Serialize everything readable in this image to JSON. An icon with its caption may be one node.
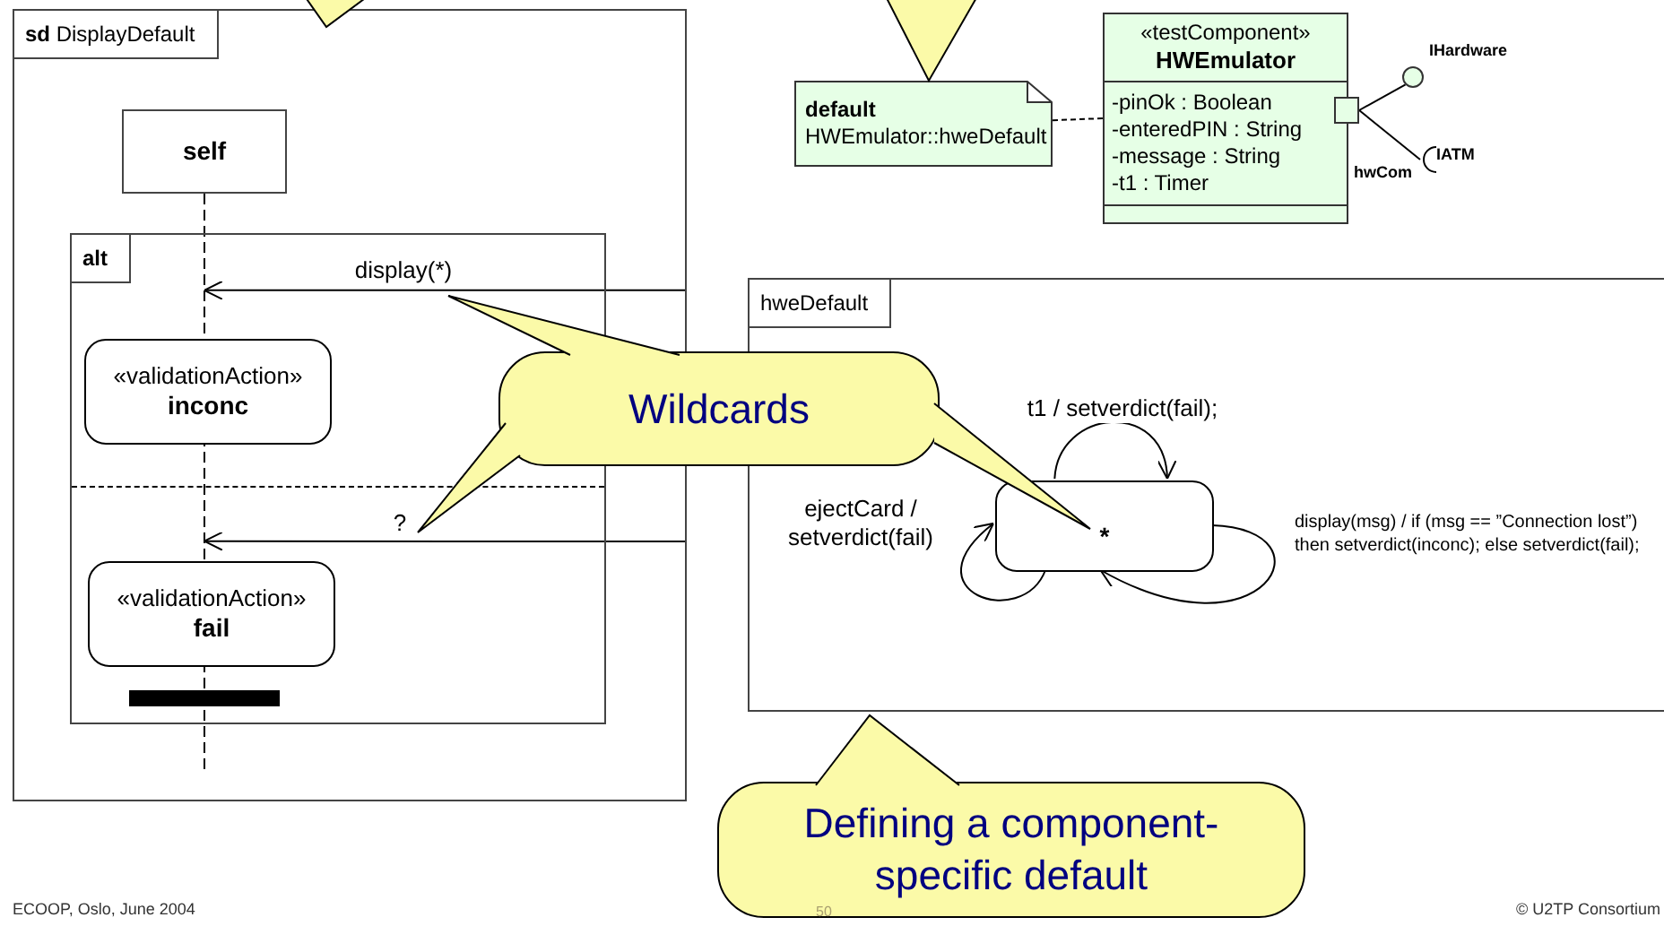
{
  "diagram": {
    "nodes": [
      {
        "text": [
          "**sd** DisplayDefault"
        ]
      },
      {
        "text": [
          "self"
        ],
        "in": 0
      },
      {
        "text": [],
        "shape": "line",
        "in": 0
      },
      {
        "text": [
          "alt"
        ],
        "in": 0
      },
      {
        "text": [
          "«validationAction»",
          "inconc"
        ],
        "in": 3
      },
      {
        "text": [
          "«validationAction»",
          "fail"
        ],
        "in": 3
      },
      {
        "text": [
          "default",
          "HWEmulator::hweDefault"
        ]
      },
      {
        "text": [
          "«testComponent»",
          "HWEmulator",
          "-pinOk : Boolean",
          "-enteredPIN : String",
          "-message : String",
          "-t1 : Timer"
        ]
      },
      {
        "text": [],
        "shape": "box"
      },
      {
        "text": [],
        "shape": "circle",
        "beside": [
          "IHardware"
        ]
      },
      {
        "text": [],
        "shape": "socket",
        "beside": [
          "IATM"
        ]
      },
      {
        "text": [
          "hweDefault"
        ]
      },
      {
        "text": [
          "*"
        ],
        "in": 11
      },
      {
        "text": [
          "Wildcards"
        ]
      },
      {
        "text": [
          "Defining a component-specific default"
        ]
      }
    ],
    "edges": [
      {
        "from": 0,
        "to": 2,
        "arrow": "to",
        "label": "display(*)"
      },
      {
        "from": 0,
        "to": 2,
        "arrow": "to",
        "label": "?"
      },
      {
        "from": 6,
        "to": 7,
        "arrow": "none",
        "style": "dashed"
      },
      {
        "from": 8,
        "to": 9,
        "arrow": "none"
      },
      {
        "from": 8,
        "to": 10,
        "arrow": "none"
      },
      {
        "from": 12,
        "to": 12,
        "arrow": "to",
        "label": "t1 / setverdict(fail);"
      },
      {
        "from": 12,
        "to": 12,
        "arrow": "to",
        "label": "ejectCard / setverdict(fail)"
      },
      {
        "from": 12,
        "to": 12,
        "arrow": "to",
        "label": "display(msg) / if  (msg == ”Connection lost”) then setverdict(inconc); else setverdict(fail);"
      }
    ],
    "labels": [
      "hwCom",
      "ECOOP, Oslo, June 2004",
      "50",
      "© U2TP Consortium"
    ]
  }
}
